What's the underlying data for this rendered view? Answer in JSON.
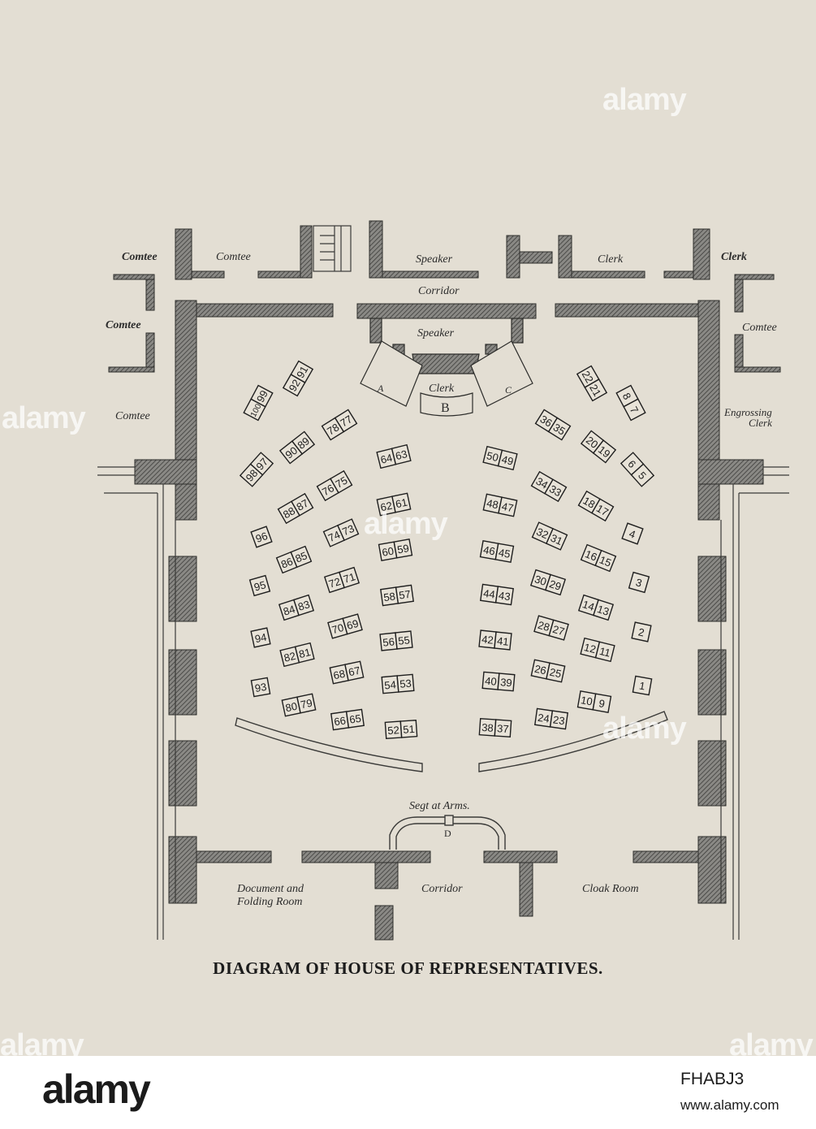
{
  "title": "DIAGRAM OF HOUSE OF REPRESENTATIVES.",
  "room_labels": {
    "com_top_left": "Comtee",
    "com_top_second": "Comtee",
    "com_left_mid": "Comtee",
    "com_left_lower": "Comtee",
    "com_right": "Comtee",
    "speaker_top": "Speaker",
    "clerk_top": "Clerk",
    "clerk_top_right": "Clerk",
    "corridor_top": "Corridor",
    "speaker": "Speaker",
    "clerk": "Clerk",
    "desk_a": "A",
    "desk_b": "B",
    "desk_c": "C",
    "engrossing_clerk_1": "Engrossing",
    "engrossing_clerk_2": "Clerk",
    "sergeant_at_arms": "Segt at Arms.",
    "desk_d": "D",
    "document_room_1": "Document and",
    "document_room_2": "Folding Room",
    "corridor_bottom": "Corridor",
    "cloak_room": "Cloak Room"
  },
  "seats": [
    {
      "label": "9291",
      "nums": [
        "92",
        "91"
      ]
    },
    {
      "label": "10099",
      "nums": [
        "100",
        "99"
      ]
    },
    {
      "label": "7877",
      "nums": [
        "78",
        "77"
      ]
    },
    {
      "label": "9089",
      "nums": [
        "90",
        "89"
      ]
    },
    {
      "label": "6463",
      "nums": [
        "64",
        "63"
      ]
    },
    {
      "label": "9897",
      "nums": [
        "98",
        "97"
      ]
    },
    {
      "label": "7675",
      "nums": [
        "76",
        "75"
      ]
    },
    {
      "label": "8887",
      "nums": [
        "88",
        "87"
      ]
    },
    {
      "label": "6261",
      "nums": [
        "62",
        "61"
      ]
    },
    {
      "label": "7473",
      "nums": [
        "74",
        "73"
      ]
    },
    {
      "label": "96",
      "nums": [
        "96"
      ]
    },
    {
      "label": "8685",
      "nums": [
        "86",
        "85"
      ]
    },
    {
      "label": "6059",
      "nums": [
        "60",
        "59"
      ]
    },
    {
      "label": "7271",
      "nums": [
        "72",
        "71"
      ]
    },
    {
      "label": "95",
      "nums": [
        "95"
      ]
    },
    {
      "label": "8483",
      "nums": [
        "84",
        "83"
      ]
    },
    {
      "label": "5857",
      "nums": [
        "58",
        "57"
      ]
    },
    {
      "label": "7069",
      "nums": [
        "70",
        "69"
      ]
    },
    {
      "label": "94",
      "nums": [
        "94"
      ]
    },
    {
      "label": "8281",
      "nums": [
        "82",
        "81"
      ]
    },
    {
      "label": "5655",
      "nums": [
        "56",
        "55"
      ]
    },
    {
      "label": "6867",
      "nums": [
        "68",
        "67"
      ]
    },
    {
      "label": "93",
      "nums": [
        "93"
      ]
    },
    {
      "label": "8079",
      "nums": [
        "80",
        "79"
      ]
    },
    {
      "label": "5453",
      "nums": [
        "54",
        "53"
      ]
    },
    {
      "label": "6665",
      "nums": [
        "66",
        "65"
      ]
    },
    {
      "label": "5251",
      "nums": [
        "52",
        "51"
      ]
    },
    {
      "label": "2221",
      "nums": [
        "22",
        "21"
      ]
    },
    {
      "label": "87",
      "nums": [
        "8",
        "7"
      ]
    },
    {
      "label": "3635",
      "nums": [
        "36",
        "35"
      ]
    },
    {
      "label": "5049",
      "nums": [
        "50",
        "49"
      ]
    },
    {
      "label": "2019",
      "nums": [
        "20",
        "19"
      ]
    },
    {
      "label": "65",
      "nums": [
        "6",
        "5"
      ]
    },
    {
      "label": "3433",
      "nums": [
        "34",
        "33"
      ]
    },
    {
      "label": "4847",
      "nums": [
        "48",
        "47"
      ]
    },
    {
      "label": "1817",
      "nums": [
        "18",
        "17"
      ]
    },
    {
      "label": "4",
      "nums": [
        "4"
      ]
    },
    {
      "label": "3231",
      "nums": [
        "32",
        "31"
      ]
    },
    {
      "label": "4645",
      "nums": [
        "46",
        "45"
      ]
    },
    {
      "label": "1615",
      "nums": [
        "16",
        "15"
      ]
    },
    {
      "label": "3",
      "nums": [
        "3"
      ]
    },
    {
      "label": "3029",
      "nums": [
        "30",
        "29"
      ]
    },
    {
      "label": "4443",
      "nums": [
        "44",
        "43"
      ]
    },
    {
      "label": "1413",
      "nums": [
        "14",
        "13"
      ]
    },
    {
      "label": "2827",
      "nums": [
        "28",
        "27"
      ]
    },
    {
      "label": "4241",
      "nums": [
        "42",
        "41"
      ]
    },
    {
      "label": "2",
      "nums": [
        "2"
      ]
    },
    {
      "label": "1211",
      "nums": [
        "12",
        "11"
      ]
    },
    {
      "label": "2625",
      "nums": [
        "26",
        "25"
      ]
    },
    {
      "label": "4039",
      "nums": [
        "40",
        "39"
      ]
    },
    {
      "label": "1",
      "nums": [
        "1"
      ]
    },
    {
      "label": "109",
      "nums": [
        "10",
        "9"
      ]
    },
    {
      "label": "2423",
      "nums": [
        "24",
        "23"
      ]
    },
    {
      "label": "3837",
      "nums": [
        "38",
        "37"
      ]
    }
  ],
  "watermarks": {
    "top_right": "alamy",
    "left_mid": "alamy",
    "center": "alamy",
    "right_lower": "alamy",
    "bottom_left": "alamy",
    "bottom_right": "alamy"
  },
  "footer": {
    "logo": "alamy",
    "image_id": "FHABJ3",
    "url": "www.alamy.com"
  },
  "colors": {
    "paper": "#e3ded3",
    "wall": "#5a5a58",
    "ink": "#1e1e1e",
    "footer_bg": "#ffffff"
  }
}
